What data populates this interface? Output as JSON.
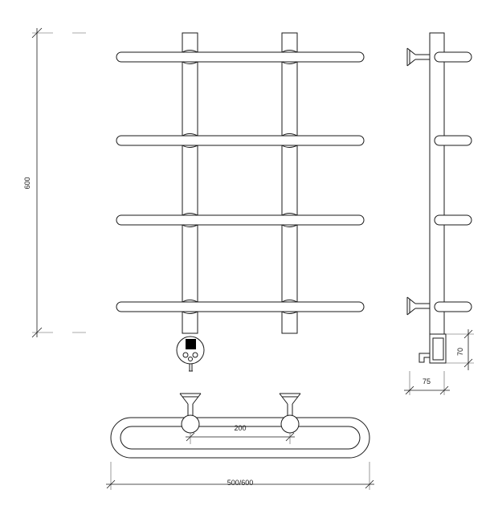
{
  "dimensions": {
    "height": "600",
    "width_lower": "500/600",
    "spacing": "200",
    "depth": "75",
    "connector_height": "70"
  },
  "colors": {
    "line": "#1a1a1a",
    "background": "#ffffff",
    "control_block": "#000000"
  },
  "views": [
    "front-view",
    "side-view",
    "top-view"
  ]
}
